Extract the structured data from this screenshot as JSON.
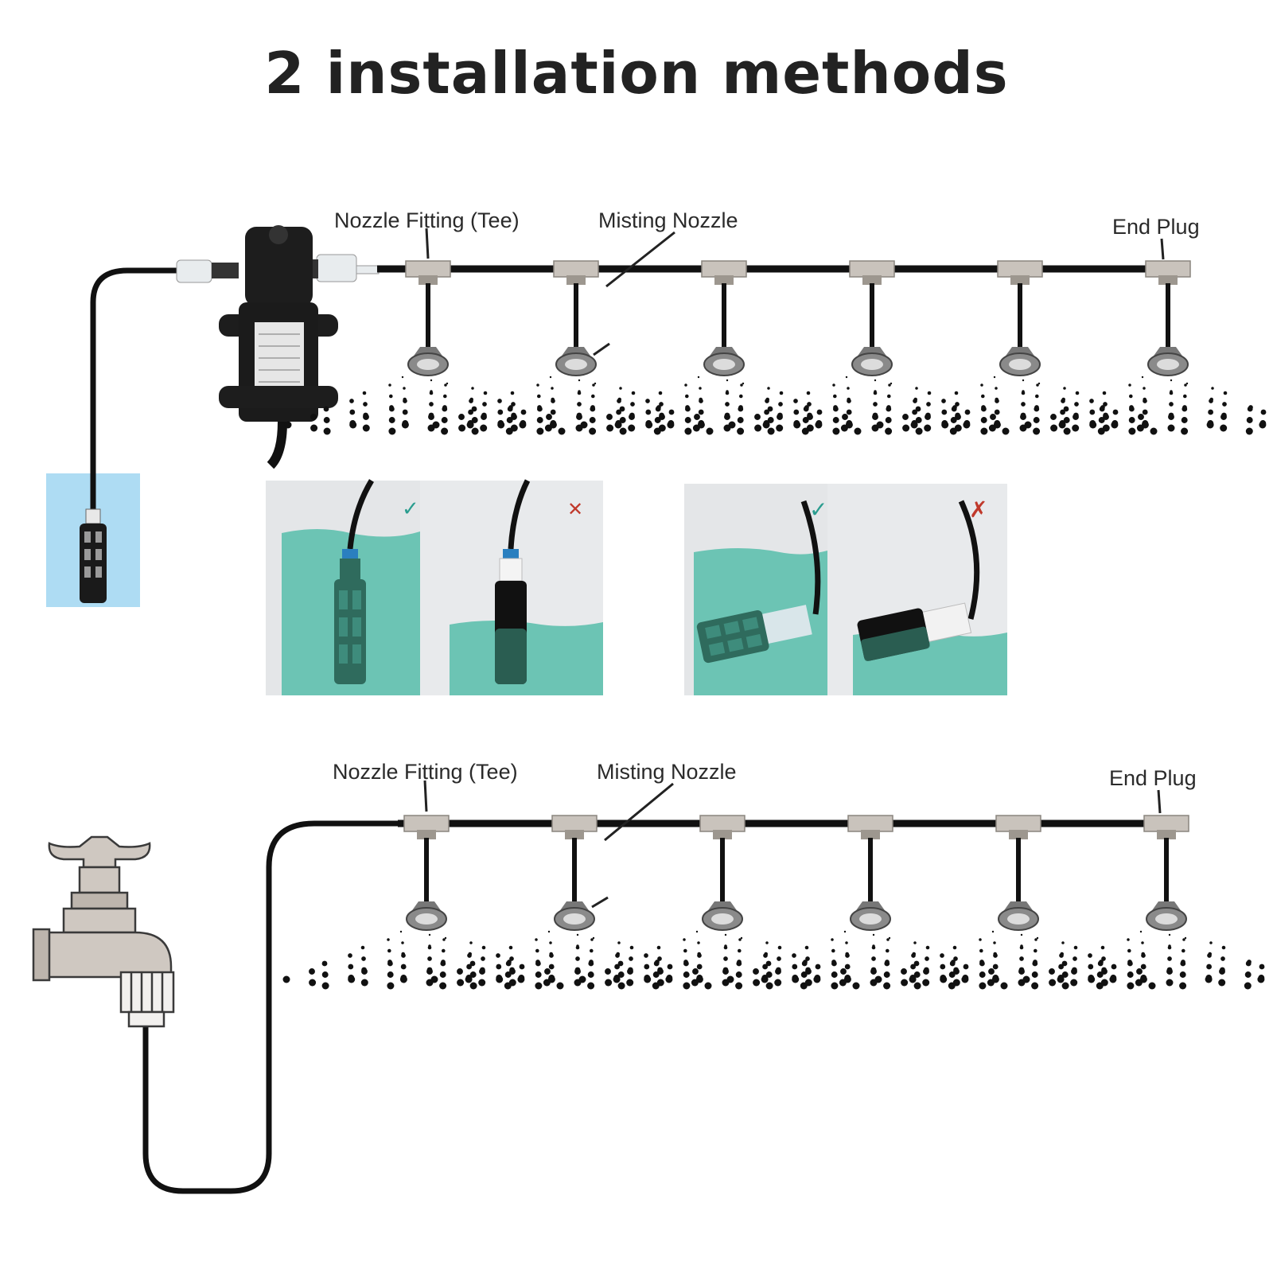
{
  "title": "2 installation methods",
  "methods": [
    {
      "source": "water pump with filter in water container",
      "labels": {
        "fitting": "Nozzle Fitting (Tee)",
        "nozzle": "Misting Nozzle",
        "plug": "End Plug"
      },
      "nozzle_count": 6
    },
    {
      "source": "faucet",
      "labels": {
        "fitting": "Nozzle Fitting (Tee)",
        "nozzle": "Misting Nozzle",
        "plug": "End Plug"
      },
      "nozzle_count": 6
    }
  ],
  "filter_examples": [
    {
      "orientation": "vertical",
      "submerged": "fully",
      "mark": "✓"
    },
    {
      "orientation": "vertical",
      "submerged": "partially",
      "mark": "✕"
    },
    {
      "orientation": "horizontal",
      "submerged": "fully",
      "mark": "✓"
    },
    {
      "orientation": "horizontal",
      "submerged": "partially",
      "mark": "✗"
    }
  ],
  "colors": {
    "pipe": "#111111",
    "fitting": "#c9c3bc",
    "water": "#6cc4b4",
    "filter": "#2f6b5d",
    "check": "#2a9d8f",
    "cross": "#c0392b",
    "tank": "#aedcf3"
  }
}
